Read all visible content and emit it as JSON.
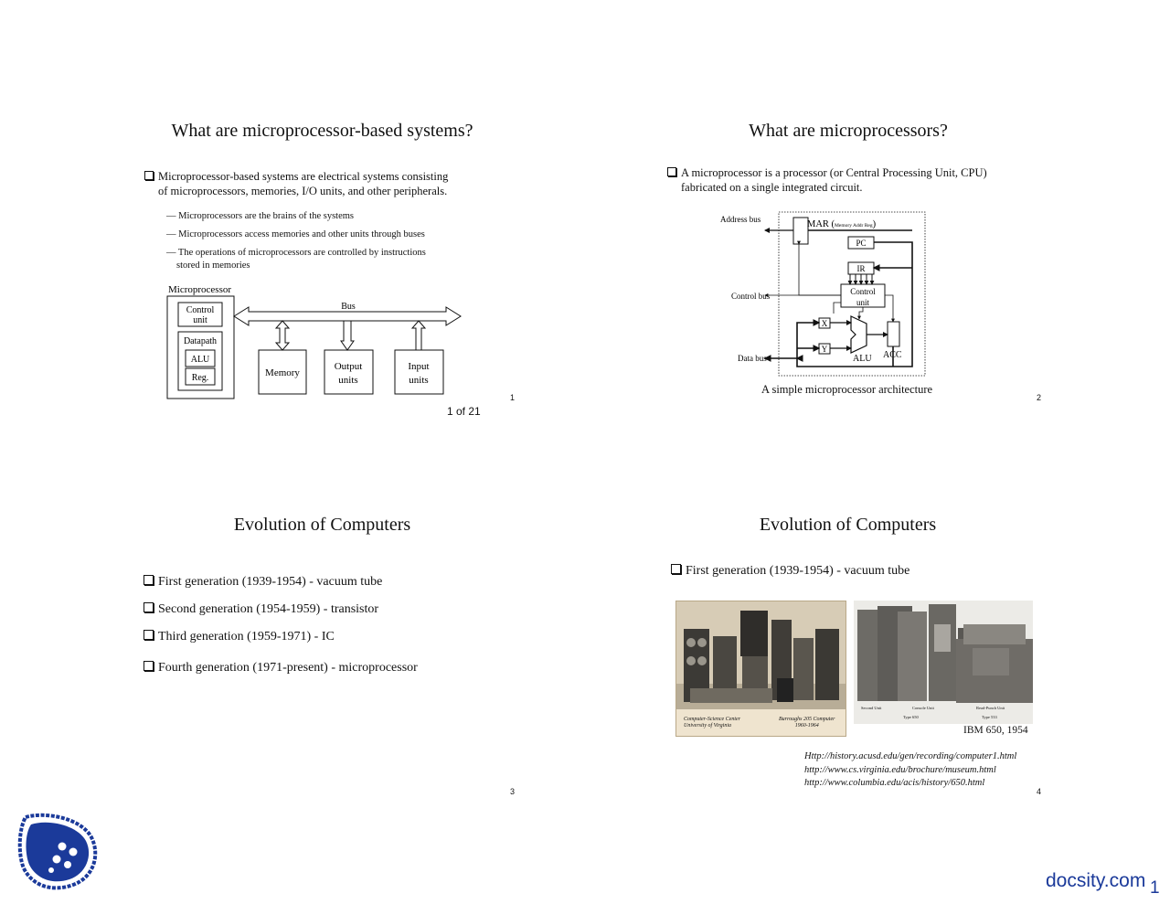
{
  "slide1": {
    "title": "What are microprocessor-based systems?",
    "bullet_line1": "Microprocessor-based systems are electrical systems consisting",
    "bullet_line2": "of microprocessors, memories, I/O units, and other peripherals.",
    "sub1": "—  Microprocessors are the brains of the systems",
    "sub2": "—  Microprocessors access memories and other units through buses",
    "sub3_line1": "—  The operations of microprocessors are controlled by instructions",
    "sub3_line2": "stored in memories",
    "diagram": {
      "microprocessor": "Microprocessor",
      "control": "Control",
      "unit": "unit",
      "datapath": "Datapath",
      "alu": "ALU",
      "reg": "Reg.",
      "bus": "Bus",
      "memory": "Memory",
      "output": "Output",
      "output_units": "units",
      "input": "Input",
      "input_units": "units"
    },
    "page_num": "1",
    "page_counter": "1 of 21"
  },
  "slide2": {
    "title": "What are microprocessors?",
    "bullet_line1": "A  microprocessor is a processor (or Central Processing Unit, CPU)",
    "bullet_line2": "fabricated on a single integrated circuit.",
    "diagram": {
      "address_bus": "Address bus",
      "control_bus": "Control bus",
      "data_bus": "Data bus",
      "mar": "MAR (",
      "mar_small": "Memory Addr Reg",
      "mar_close": ")",
      "pc": "PC",
      "ir": "IR",
      "control": "Control",
      "unit": "unit",
      "x": "X",
      "y": "Y",
      "alu": "ALU",
      "acc": "ACC"
    },
    "caption": "A simple microprocessor architecture",
    "page_num": "2"
  },
  "slide3": {
    "title": "Evolution of Computers",
    "items": [
      "First generation (1939-1954) - vacuum tube",
      "Second generation (1954-1959) - transistor",
      "Third generation (1959-1971) - IC",
      "Fourth generation (1971-present) - microprocessor"
    ],
    "page_num": "3"
  },
  "slide4": {
    "title": "Evolution of Computers",
    "item": "First generation (1939-1954) - vacuum tube",
    "photo1_caption_left": "Computer-Science Center\nUniversity of Virginia",
    "photo1_caption_right": "Burroughs 205 Computer\n1960-1964",
    "photo2_labels": [
      "Second Unit",
      "Console Unit",
      "Read-Punch Unit"
    ],
    "photo2_types": [
      "Type 650",
      "Type 533"
    ],
    "photo_caption": "IBM 650, 1954",
    "links": [
      "Http://history.acusd.edu/gen/recording/computer1.html",
      "http://www.cs.virginia.edu/brochure/museum.html",
      "http://www.columbia.edu/acis/history/650.html"
    ],
    "page_num": "4"
  },
  "footer": {
    "brand": "docsity.com",
    "corner": "1"
  },
  "colors": {
    "brand_blue": "#1b3a9a"
  }
}
